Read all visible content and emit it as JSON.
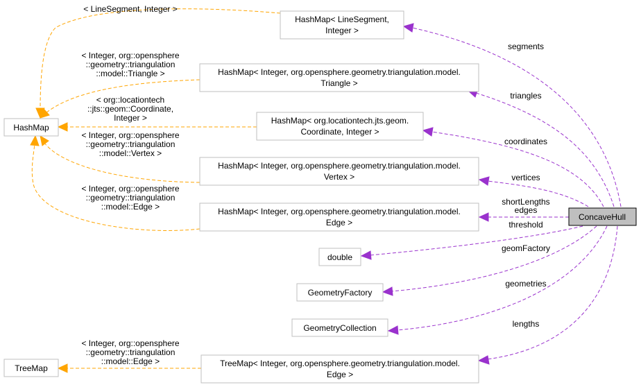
{
  "colors": {
    "template_edge": "#ffa500",
    "usage_edge": "#9a32cd",
    "node_border": "#bfbfbf",
    "focus_fill": "#bfbfbf"
  },
  "nodes": {
    "concave_hull": [
      "ConcaveHull"
    ],
    "hashmap": [
      "HashMap"
    ],
    "treemap": [
      "TreeMap"
    ],
    "hm_linesegment": [
      "HashMap< LineSegment,",
      "Integer >"
    ],
    "hm_triangle": [
      "HashMap< Integer, org.opensphere.geometry.triangulation.model.",
      "Triangle >"
    ],
    "hm_coordinate": [
      "HashMap< org.locationtech.jts.geom.",
      "Coordinate, Integer >"
    ],
    "hm_vertex": [
      "HashMap< Integer, org.opensphere.geometry.triangulation.model.",
      "Vertex >"
    ],
    "hm_edge": [
      "HashMap< Integer, org.opensphere.geometry.triangulation.model.",
      "Edge >"
    ],
    "double": [
      "double"
    ],
    "geometry_factory": [
      "GeometryFactory"
    ],
    "geometry_collection": [
      "GeometryCollection"
    ],
    "tm_edge": [
      "TreeMap< Integer, org.opensphere.geometry.triangulation.model.",
      "Edge >"
    ]
  },
  "template_labels": {
    "linesegment": [
      "< LineSegment, Integer >"
    ],
    "triangle": [
      "< Integer, org::opensphere",
      "::geometry::triangulation",
      "::model::Triangle >"
    ],
    "coordinate": [
      "< org::locationtech",
      "::jts::geom::Coordinate,",
      "Integer >"
    ],
    "vertex": [
      "< Integer, org::opensphere",
      "::geometry::triangulation",
      "::model::Vertex >"
    ],
    "edge": [
      "< Integer, org::opensphere",
      "::geometry::triangulation",
      "::model::Edge >"
    ],
    "tree_edge": [
      "< Integer, org::opensphere",
      "::geometry::triangulation",
      "::model::Edge >"
    ]
  },
  "member_labels": {
    "segments": [
      "segments"
    ],
    "triangles": [
      "triangles"
    ],
    "coordinates": [
      "coordinates"
    ],
    "vertices": [
      "vertices"
    ],
    "edges": [
      "shortLengths",
      "edges"
    ],
    "threshold": [
      "threshold"
    ],
    "geom_factory": [
      "geomFactory"
    ],
    "geometries": [
      "geometries"
    ],
    "lengths": [
      "lengths"
    ]
  }
}
